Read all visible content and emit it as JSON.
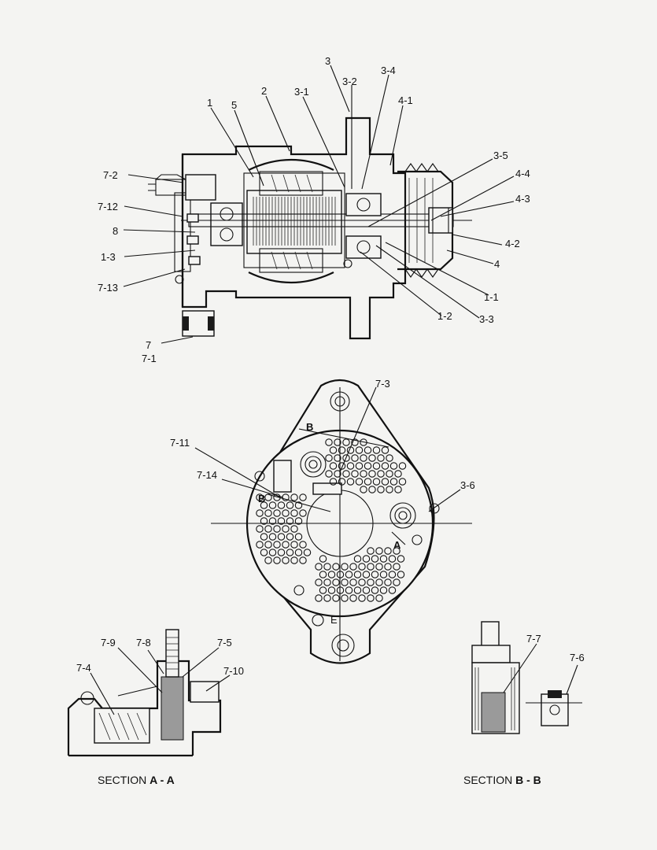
{
  "callouts": [
    {
      "id": "c-3",
      "text": "3"
    },
    {
      "id": "c-3-2",
      "text": "3-2"
    },
    {
      "id": "c-3-4",
      "text": "3-4"
    },
    {
      "id": "c-3-1",
      "text": "3-1"
    },
    {
      "id": "c-2",
      "text": "2"
    },
    {
      "id": "c-1",
      "text": "1"
    },
    {
      "id": "c-5",
      "text": "5"
    },
    {
      "id": "c-4-1",
      "text": "4-1"
    },
    {
      "id": "c-3-5",
      "text": "3-5"
    },
    {
      "id": "c-4-4",
      "text": "4-4"
    },
    {
      "id": "c-4-3",
      "text": "4-3"
    },
    {
      "id": "c-4-2",
      "text": "4-2"
    },
    {
      "id": "c-4",
      "text": "4"
    },
    {
      "id": "c-1-1",
      "text": "1-1"
    },
    {
      "id": "c-3-3",
      "text": "3-3"
    },
    {
      "id": "c-1-2",
      "text": "1-2"
    },
    {
      "id": "c-7-2",
      "text": "7-2"
    },
    {
      "id": "c-7-12",
      "text": "7-12"
    },
    {
      "id": "c-8",
      "text": "8"
    },
    {
      "id": "c-1-3",
      "text": "1-3"
    },
    {
      "id": "c-7-13",
      "text": "7-13"
    },
    {
      "id": "c-7",
      "text": "7"
    },
    {
      "id": "c-7-1",
      "text": "7-1"
    },
    {
      "id": "c-7-3",
      "text": "7-3"
    },
    {
      "id": "c-7-11",
      "text": "7-11"
    },
    {
      "id": "c-7-14",
      "text": "7-14"
    },
    {
      "id": "c-3-6",
      "text": "3-6"
    },
    {
      "id": "c-B1",
      "text": "B"
    },
    {
      "id": "c-B2",
      "text": "B"
    },
    {
      "id": "c-A",
      "text": "A"
    },
    {
      "id": "c-E",
      "text": "E"
    },
    {
      "id": "c-7-9",
      "text": "7-9"
    },
    {
      "id": "c-7-8",
      "text": "7-8"
    },
    {
      "id": "c-7-5",
      "text": "7-5"
    },
    {
      "id": "c-7-10",
      "text": "7-10"
    },
    {
      "id": "c-7-4",
      "text": "7-4"
    },
    {
      "id": "c-7-7",
      "text": "7-7"
    },
    {
      "id": "c-7-6",
      "text": "7-6"
    }
  ],
  "captions": {
    "section_aa_prefix": "SECTION ",
    "section_aa_id": "A - A",
    "section_bb_prefix": "SECTION ",
    "section_bb_id": "B - B"
  }
}
